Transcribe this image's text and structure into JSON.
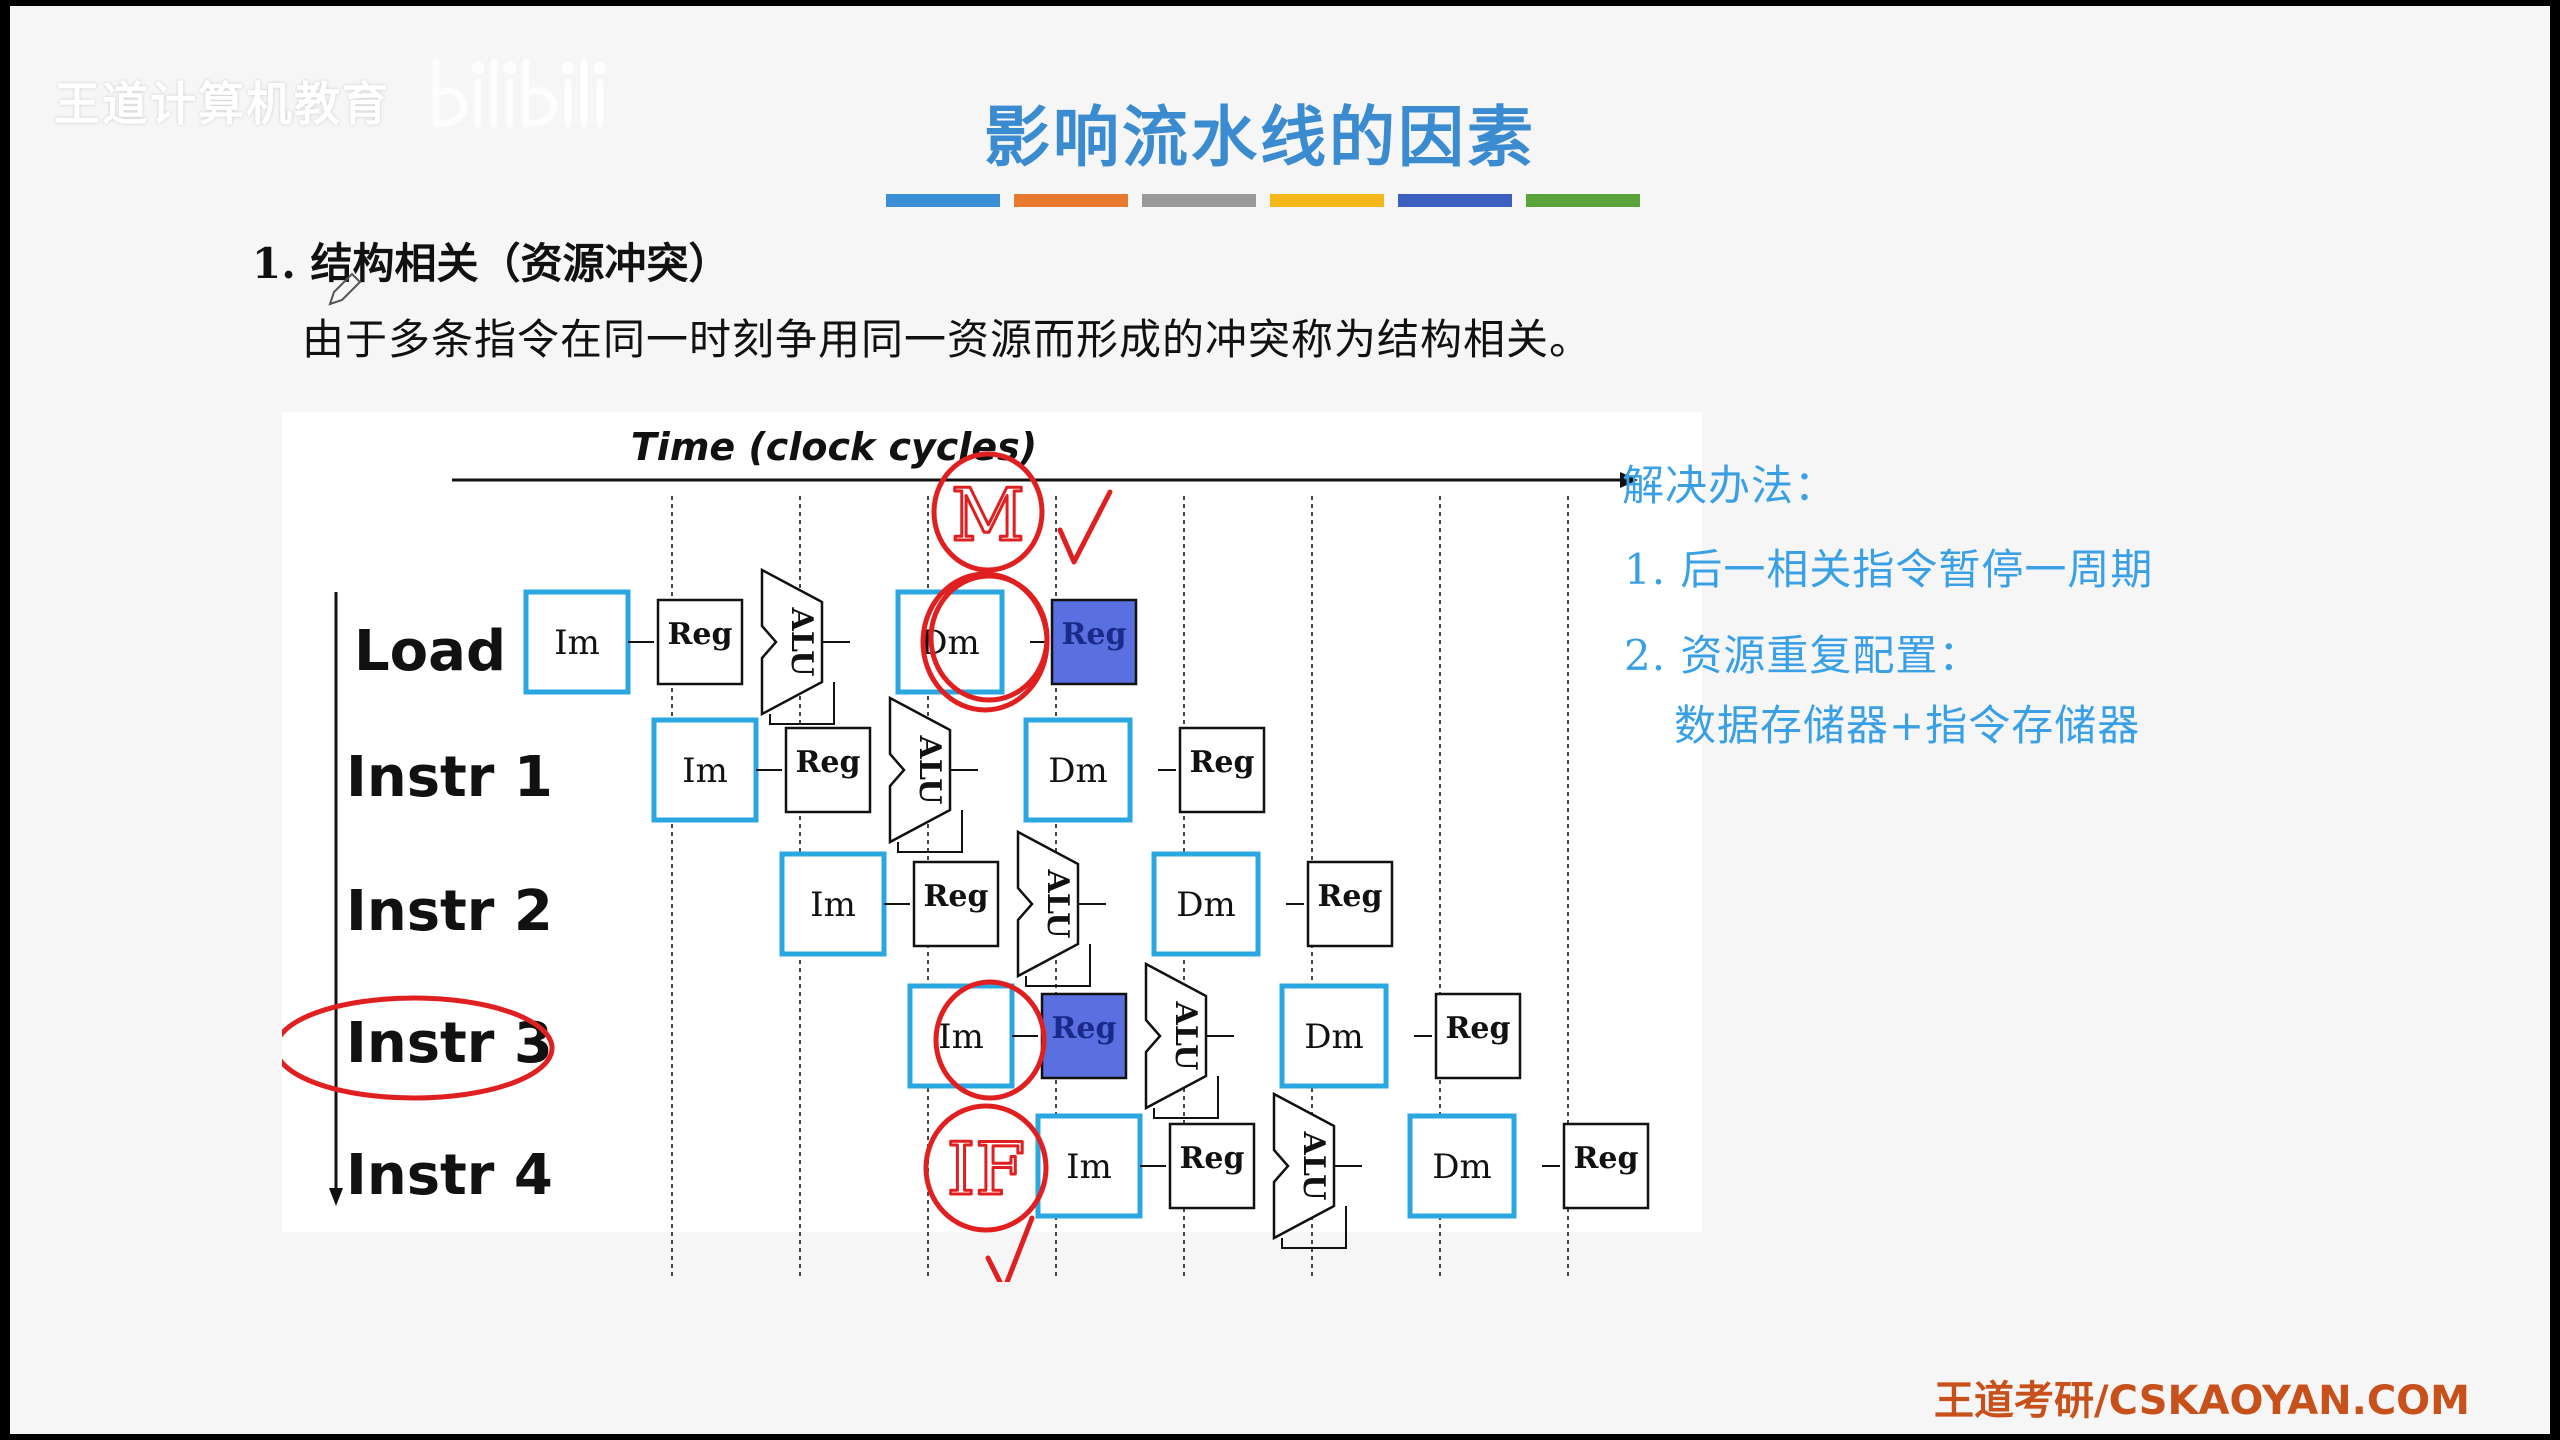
{
  "watermark": {
    "text": "王道计算机教育",
    "logo_text": "bilibili"
  },
  "title": "影响流水线的因素",
  "colors": {
    "title": "#3b8bd0",
    "solution": "#3aa0e6",
    "footer": "#c8501a",
    "pen": "#e02020",
    "box_cyan": "#2aa6e0",
    "reg_highlight": "#5a6fe0"
  },
  "color_bar": [
    "#3a8fd6",
    "#e87a30",
    "#9a9a9a",
    "#f5b81a",
    "#3d5fbf",
    "#5aa33a"
  ],
  "section": {
    "heading": "1. 结构相关（资源冲突）",
    "description": "由于多条指令在同一时刻争用同一资源而形成的冲突称为结构相关。"
  },
  "diagram": {
    "time_label": "Time (clock cycles)",
    "rows": [
      "Load",
      "Instr 1",
      "Instr 2",
      "Instr 3",
      "Instr 4"
    ],
    "stages": {
      "im": "Im",
      "reg": "Reg",
      "alu": "ALU",
      "dm": "Dm"
    },
    "annotations": {
      "m_mark": "M",
      "if_mark": "IF"
    }
  },
  "solution": {
    "heading": "解决办法：",
    "items": [
      "1. 后一相关指令暂停一周期",
      "2. 资源重复配置：",
      "数据存储器+指令存储器"
    ]
  },
  "footer": "王道考研/CSKAOYAN.COM"
}
